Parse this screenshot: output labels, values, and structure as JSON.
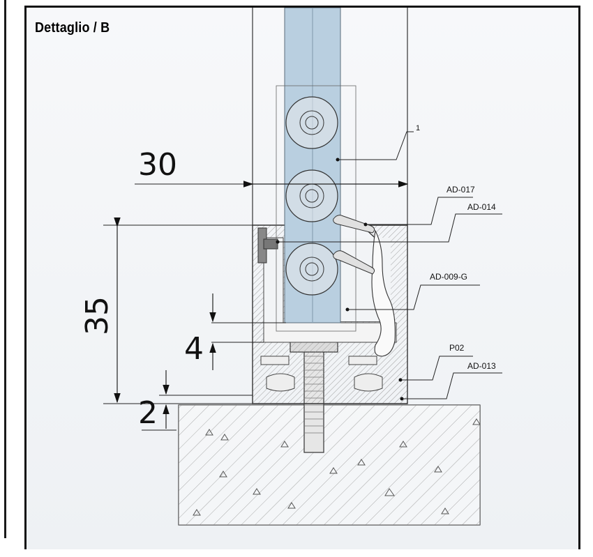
{
  "title": "Dettaglio / B",
  "dimensions": {
    "d30": "30",
    "d35": "35",
    "d4": "4",
    "d2": "2"
  },
  "labels": {
    "item1": "1",
    "ad017": "AD-017",
    "ad014": "AD-014",
    "ad009g": "AD-009-G",
    "p02": "P02",
    "ad013": "AD-013"
  },
  "colors": {
    "glass": "#b9cfe0",
    "line": "#2a2a2a",
    "concrete_hatch": "#555555"
  }
}
